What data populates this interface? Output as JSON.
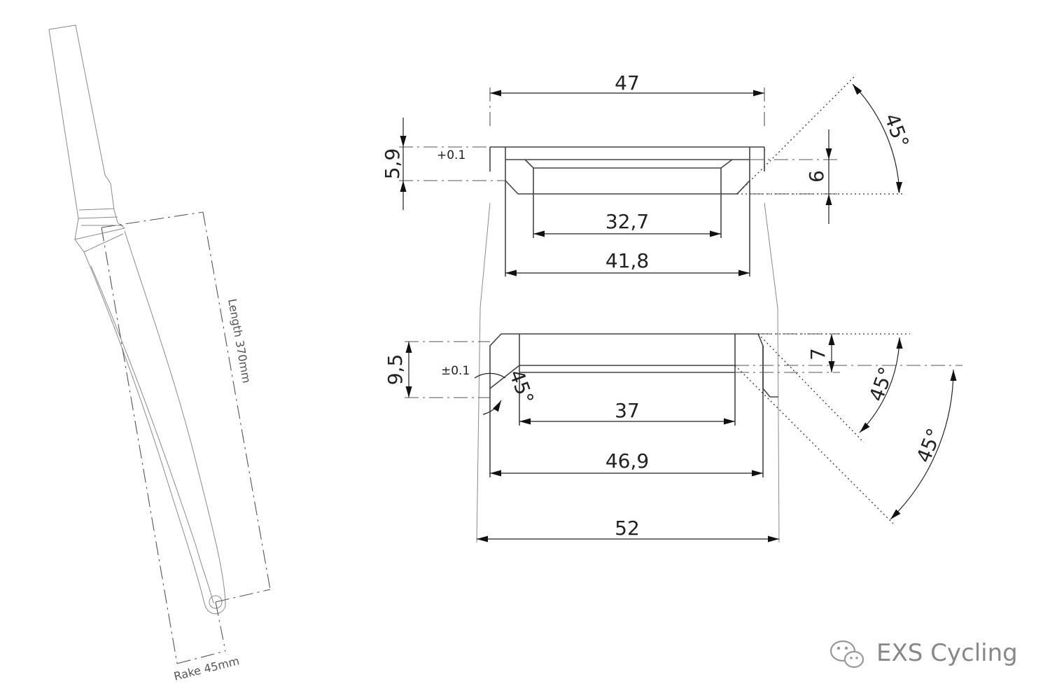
{
  "fork": {
    "length_label": "Length 370mm",
    "rake_label": "Rake 45mm"
  },
  "top_cup": {
    "outer_width": "47",
    "inner_width_small": "32,7",
    "inner_width_large": "41,8",
    "height": "5,9",
    "height_tolerance": "+0.1",
    "chamfer_depth": "6",
    "chamfer_angle": "45°"
  },
  "bottom_cup": {
    "inner_width": "37",
    "mid_width": "46,9",
    "outer_width": "52",
    "height": "9,5",
    "height_tolerance": "±0.1",
    "chamfer_depth": "7",
    "left_angle": "45°",
    "chamfer_angle": "45°",
    "outer_angle": "45°"
  },
  "watermark": {
    "brand": "EXS Cycling",
    "logo_icon": "wechat-icon"
  }
}
